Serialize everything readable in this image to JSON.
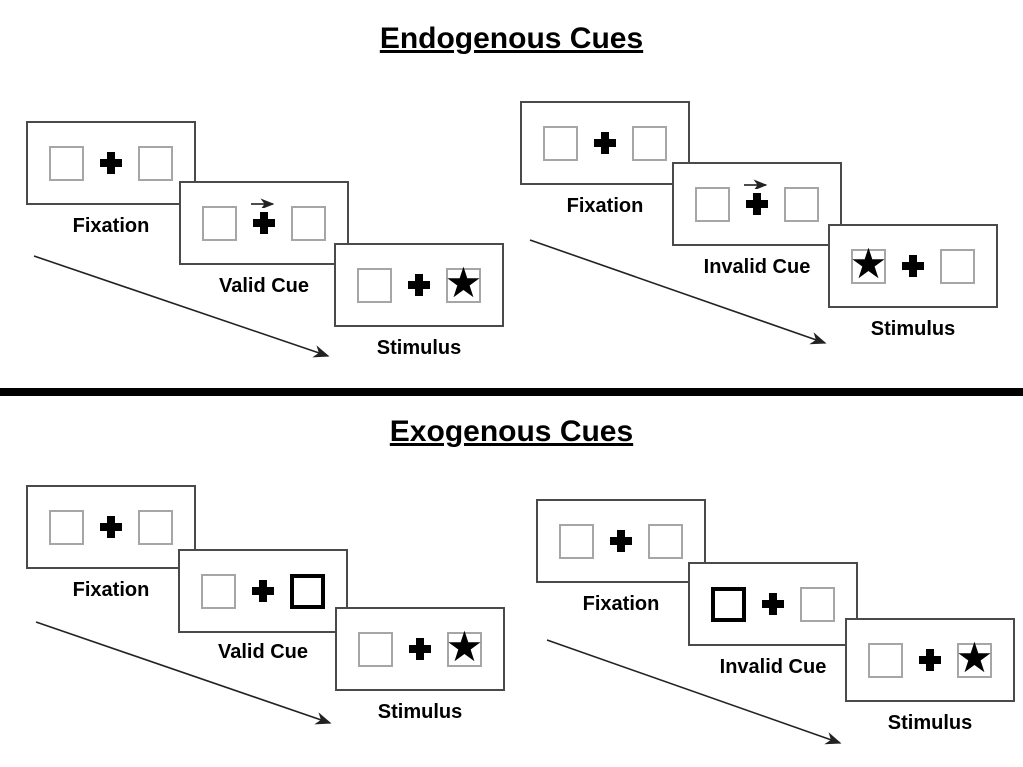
{
  "diagram": {
    "type": "posner-spatial-cueing-task",
    "sections": [
      {
        "title": "Endogenous Cues",
        "trials": [
          {
            "name": "valid-trial",
            "frames": [
              {
                "label": "Fixation",
                "cue": "none",
                "star_side": "none"
              },
              {
                "label": "Valid Cue",
                "cue": "central-arrow-right",
                "star_side": "none"
              },
              {
                "label": "Stimulus",
                "cue": "none",
                "star_side": "right"
              }
            ]
          },
          {
            "name": "invalid-trial",
            "frames": [
              {
                "label": "Fixation",
                "cue": "none",
                "star_side": "none"
              },
              {
                "label": "Invalid Cue",
                "cue": "central-arrow-right",
                "star_side": "none"
              },
              {
                "label": "Stimulus",
                "cue": "none",
                "star_side": "left"
              }
            ]
          }
        ]
      },
      {
        "title": "Exogenous Cues",
        "trials": [
          {
            "name": "valid-trial",
            "frames": [
              {
                "label": "Fixation",
                "cue": "none",
                "star_side": "none"
              },
              {
                "label": "Valid Cue",
                "cue": "peripheral-highlight-right",
                "star_side": "none"
              },
              {
                "label": "Stimulus",
                "cue": "none",
                "star_side": "right"
              }
            ]
          },
          {
            "name": "invalid-trial",
            "frames": [
              {
                "label": "Fixation",
                "cue": "none",
                "star_side": "none"
              },
              {
                "label": "Invalid Cue",
                "cue": "peripheral-highlight-left",
                "star_side": "none"
              },
              {
                "label": "Stimulus",
                "cue": "none",
                "star_side": "right"
              }
            ]
          }
        ]
      }
    ],
    "icons": {
      "star": "★"
    },
    "colors": {
      "ink": "#000000",
      "panel_border": "#4a4a4a",
      "square_border": "#a6a6a6",
      "background": "#ffffff"
    }
  }
}
